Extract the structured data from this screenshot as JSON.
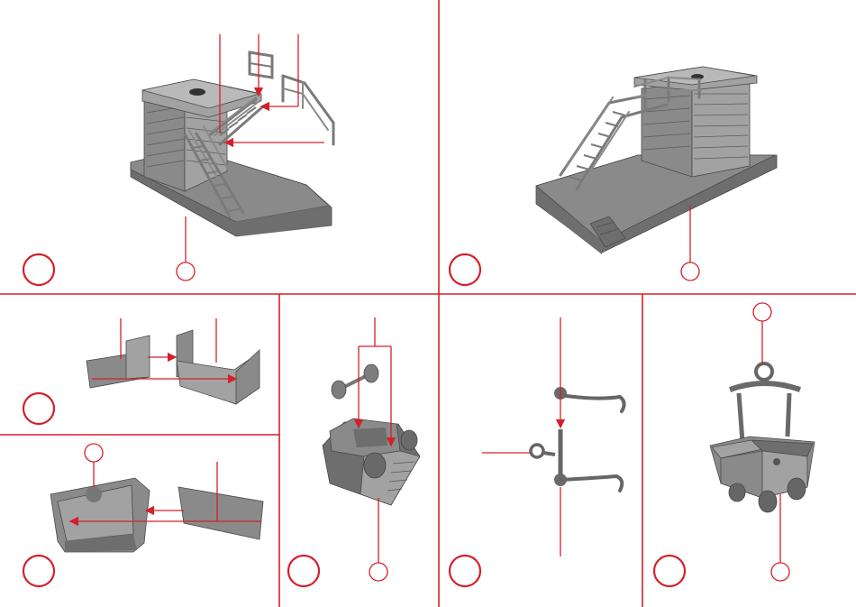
{
  "title": "",
  "panels": [
    {
      "id": "panel-1",
      "label": ""
    },
    {
      "id": "panel-2",
      "label": ""
    },
    {
      "id": "panel-3",
      "label": ""
    },
    {
      "id": "panel-4",
      "label": ""
    },
    {
      "id": "panel-5",
      "label": ""
    },
    {
      "id": "panel-6",
      "label": ""
    },
    {
      "id": "panel-7",
      "label": ""
    }
  ],
  "colors": {
    "accent": "#d4202a",
    "model_gray": "#8a8a8a",
    "background": "#ffffff"
  }
}
